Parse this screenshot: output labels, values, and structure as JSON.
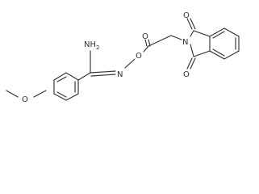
{
  "atoms": {
    "nh2": {
      "symbol": "NH",
      "subscript": "2"
    },
    "oxime_n": "N",
    "oxime_o": "O",
    "carbonyl_o_ester": "O",
    "imide_n": "N",
    "imide_o_top": "O",
    "imide_o_bottom": "O",
    "methoxy_o": "O"
  }
}
